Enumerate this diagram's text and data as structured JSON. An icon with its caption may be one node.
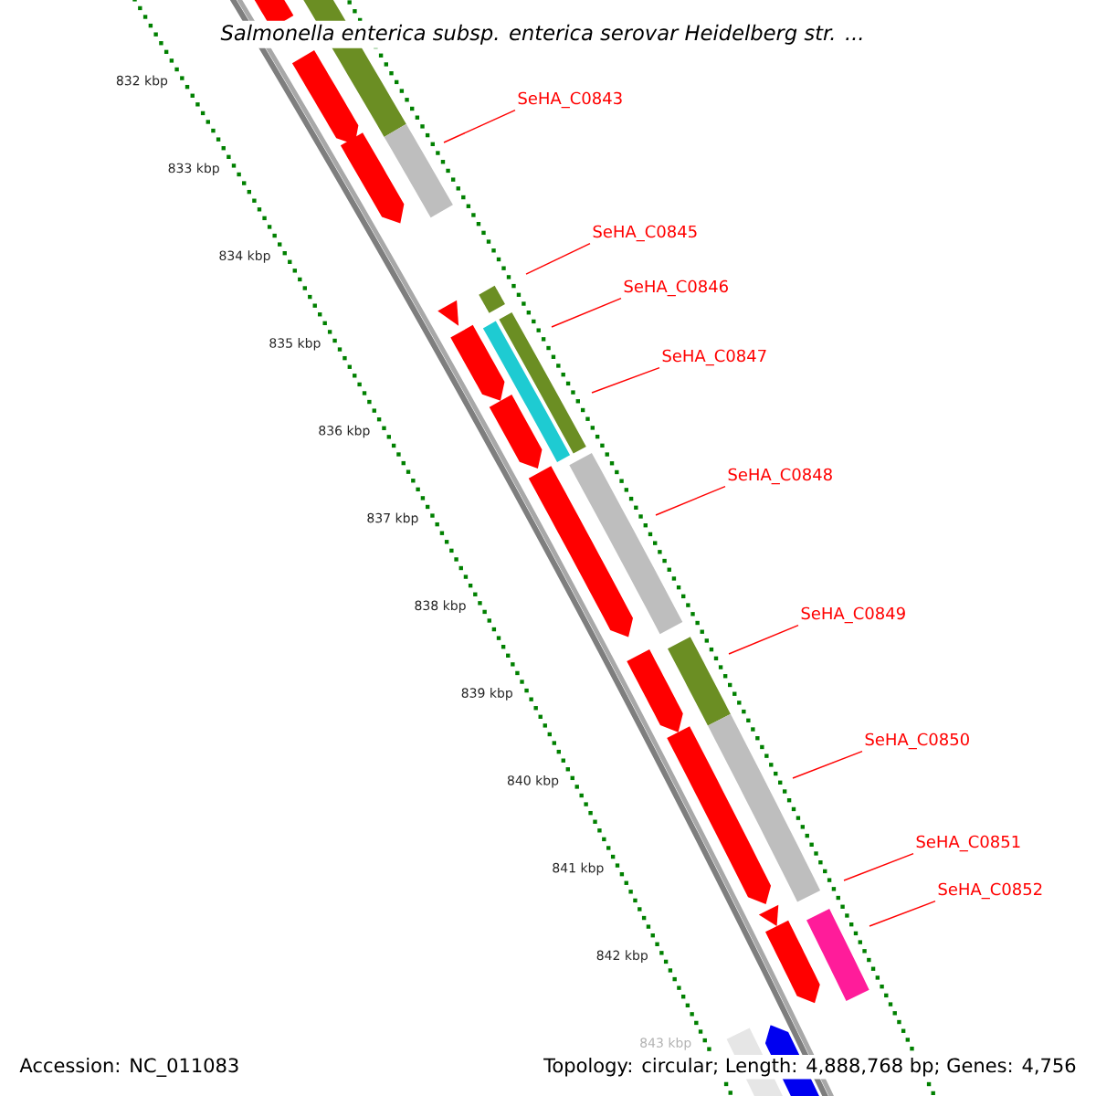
{
  "diagram": {
    "title": "Salmonella enterica subsp. enterica serovar Heidelberg str. ...",
    "nodes": [
      {
        "text": [
          "SeHA_C0843"
        ]
      },
      {
        "text": [
          "SeHA_C0845"
        ]
      },
      {
        "text": [
          "SeHA_C0846"
        ]
      },
      {
        "text": [
          "SeHA_C0847"
        ]
      },
      {
        "text": [
          "SeHA_C0848"
        ]
      },
      {
        "text": [
          "SeHA_C0849"
        ]
      },
      {
        "text": [
          "SeHA_C0850"
        ]
      },
      {
        "text": [
          "SeHA_C0851"
        ]
      },
      {
        "text": [
          "SeHA_C0852"
        ]
      }
    ],
    "edges": [
      {
        "from": 0,
        "to": null,
        "arrow": "none"
      },
      {
        "from": 1,
        "to": null,
        "arrow": "none"
      },
      {
        "from": 2,
        "to": null,
        "arrow": "none"
      },
      {
        "from": 3,
        "to": null,
        "arrow": "none"
      },
      {
        "from": 4,
        "to": null,
        "arrow": "none"
      },
      {
        "from": 5,
        "to": null,
        "arrow": "none"
      },
      {
        "from": 6,
        "to": null,
        "arrow": "none"
      },
      {
        "from": 7,
        "to": null,
        "arrow": "none"
      },
      {
        "from": 8,
        "to": null,
        "arrow": "none"
      }
    ],
    "labels": [
      "832 kbp",
      "833 kbp",
      "834 kbp",
      "835 kbp",
      "836 kbp",
      "837 kbp",
      "838 kbp",
      "839 kbp",
      "840 kbp",
      "841 kbp",
      "842 kbp",
      "843 kbp",
      "Accession: NC_011083",
      "Topology: circular; Length: 4,888,768 bp; Genes: 4,756"
    ]
  }
}
